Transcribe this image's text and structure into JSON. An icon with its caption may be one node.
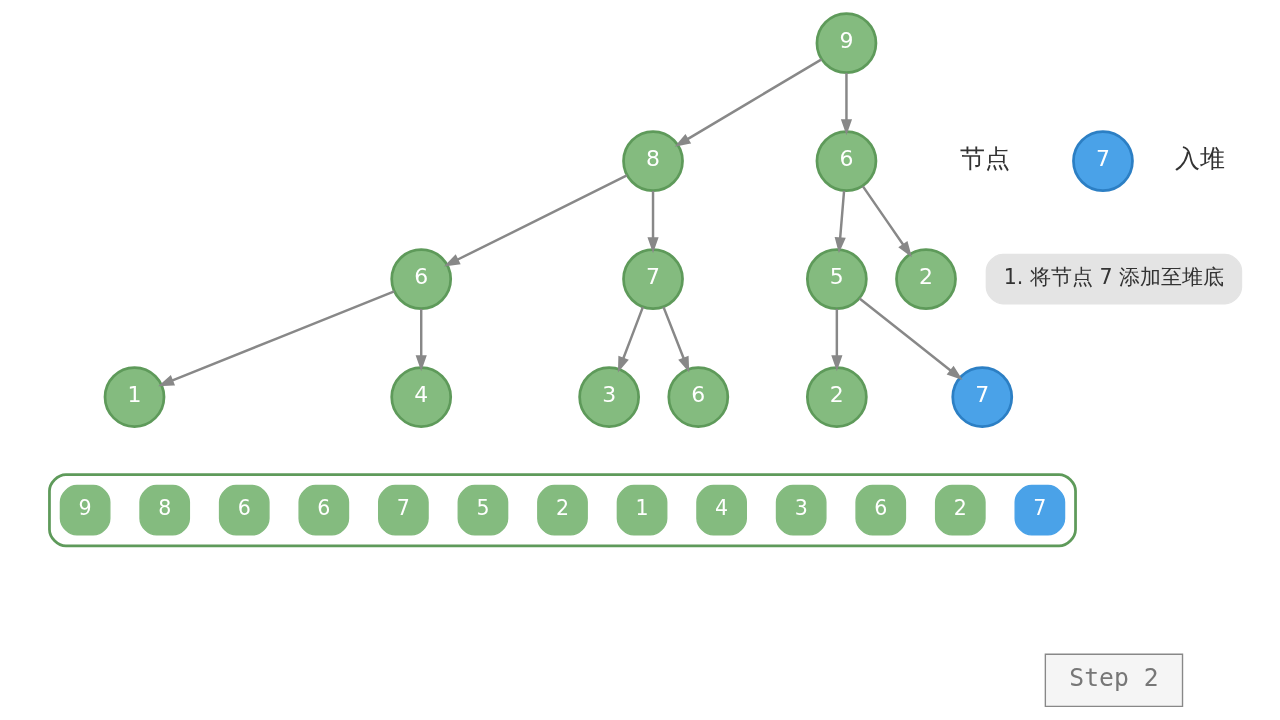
{
  "diagram": {
    "nodes": [
      {
        "text": [
          "9"
        ]
      },
      {
        "text": [
          "8"
        ]
      },
      {
        "text": [
          "6"
        ]
      },
      {
        "text": [
          "6"
        ]
      },
      {
        "text": [
          "7"
        ]
      },
      {
        "text": [
          "5"
        ]
      },
      {
        "text": [
          "2"
        ]
      },
      {
        "text": [
          "1"
        ]
      },
      {
        "text": [
          "4"
        ]
      },
      {
        "text": [
          "3"
        ]
      },
      {
        "text": [
          "6"
        ]
      },
      {
        "text": [
          "2"
        ]
      },
      {
        "text": [
          "7"
        ]
      },
      {
        "text": [],
        "shape": "box"
      },
      {
        "text": [
          "9"
        ],
        "in": 13
      },
      {
        "text": [
          "8"
        ],
        "in": 13
      },
      {
        "text": [
          "6"
        ],
        "in": 13
      },
      {
        "text": [
          "6"
        ],
        "in": 13
      },
      {
        "text": [
          "7"
        ],
        "in": 13
      },
      {
        "text": [
          "5"
        ],
        "in": 13
      },
      {
        "text": [
          "2"
        ],
        "in": 13
      },
      {
        "text": [
          "1"
        ],
        "in": 13
      },
      {
        "text": [
          "4"
        ],
        "in": 13
      },
      {
        "text": [
          "3"
        ],
        "in": 13
      },
      {
        "text": [
          "6"
        ],
        "in": 13
      },
      {
        "text": [
          "2"
        ],
        "in": 13
      },
      {
        "text": [
          "7"
        ],
        "in": 13
      },
      {
        "text": [
          "7"
        ]
      },
      {
        "text": [
          "1. 将节点 7 添加至堆底"
        ]
      },
      {
        "text": [
          "Step 2"
        ]
      }
    ],
    "edges": [
      {
        "from": 0,
        "to": 1,
        "arrow": "to"
      },
      {
        "from": 0,
        "to": 2,
        "arrow": "to"
      },
      {
        "from": 1,
        "to": 3,
        "arrow": "to"
      },
      {
        "from": 1,
        "to": 4,
        "arrow": "to"
      },
      {
        "from": 2,
        "to": 5,
        "arrow": "to"
      },
      {
        "from": 2,
        "to": 6,
        "arrow": "to"
      },
      {
        "from": 3,
        "to": 7,
        "arrow": "to"
      },
      {
        "from": 3,
        "to": 8,
        "arrow": "to"
      },
      {
        "from": 4,
        "to": 9,
        "arrow": "to"
      },
      {
        "from": 4,
        "to": 10,
        "arrow": "to"
      },
      {
        "from": 5,
        "to": 11,
        "arrow": "to"
      },
      {
        "from": 5,
        "to": 12,
        "arrow": "to"
      }
    ],
    "labels": [
      "节点",
      "入堆"
    ]
  }
}
